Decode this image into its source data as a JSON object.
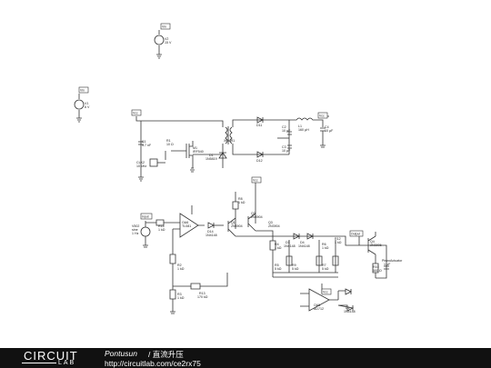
{
  "nets": {
    "vin": "Vin",
    "vcc1": "Vcc",
    "vcc2": "Vcc",
    "vcc3": "Vcc",
    "vcc4": "Vcc",
    "input": "Input",
    "output": "Output",
    "vin2": "Vin"
  },
  "components": {
    "v2": {
      "name": "V2",
      "value": "15 V"
    },
    "v1": {
      "name": "V1",
      "value": "6 V"
    },
    "c1": {
      "name": "C1",
      "value": "4.7 nF"
    },
    "r1": {
      "name": "R1",
      "value": "10 Ω"
    },
    "m1": {
      "name": "M1",
      "value": "IRF540"
    },
    "clk2": {
      "name": "CLK2",
      "value": "10 kHz"
    },
    "xfmr": {
      "name": "XFMR1"
    },
    "d1": {
      "name": "D1",
      "value": "1N5819"
    },
    "d11": {
      "name": "D11"
    },
    "d12": {
      "name": "D12"
    },
    "c2": {
      "name": "C2",
      "value": "10 µF"
    },
    "c3": {
      "name": "C3",
      "value": "10 µF"
    },
    "l1": {
      "name": "L1",
      "value": "160 µH"
    },
    "c4": {
      "name": "C4",
      "value": "10 µF"
    },
    "r8": {
      "name": "R8",
      "value": "1 kΩ"
    },
    "v502": {
      "name": "V502",
      "value1": "sine",
      "value2": "1 Hz"
    },
    "r14": {
      "name": "R14",
      "value": "1 kΩ"
    },
    "oa6": {
      "name": "OA6",
      "value": "TL081"
    },
    "d14": {
      "name": "D14",
      "value": "1N4148"
    },
    "q1": {
      "name": "Q1",
      "value": "2N3904"
    },
    "q2": {
      "name": "Q2",
      "value": "2N3904"
    },
    "q3": {
      "name": "Q3",
      "value": "2N3904"
    },
    "r4": {
      "name": "R4",
      "value": "1 kΩ"
    },
    "d3": {
      "name": "D3",
      "value": "1N4148"
    },
    "d4": {
      "name": "D4",
      "value": "1N4148"
    },
    "r6": {
      "name": "R6",
      "value": "1 kΩ"
    },
    "r12": {
      "name": "R12",
      "value": "1 kΩ"
    },
    "q4": {
      "name": "Q4",
      "value": "2N3906"
    },
    "r10": {
      "name": "R10",
      "value": "500 Ω"
    },
    "piezo": {
      "name": "PiezoActuator",
      "value": "1 µF"
    },
    "r2": {
      "name": "R2",
      "value": "1 kΩ"
    },
    "r5": {
      "name": "R5",
      "value": "5 kΩ"
    },
    "r9": {
      "name": "R9",
      "value": "5 kΩ"
    },
    "r7": {
      "name": "R7",
      "value": "5 kΩ"
    },
    "r3": {
      "name": "R3",
      "value": "1 kΩ"
    },
    "r13": {
      "name": "R13",
      "value": "170 kΩ"
    },
    "oa5": {
      "name": "OA5",
      "value": "AD712"
    },
    "d2": {
      "name": "D2",
      "value": "1N4148"
    }
  },
  "footer": {
    "logo_top": "CIRCUIT",
    "logo_bottom": "LAB",
    "author": "Pontusun",
    "separator_title": "/ 直流升压",
    "url": "http://circuitlab.com/ce2rx75"
  }
}
